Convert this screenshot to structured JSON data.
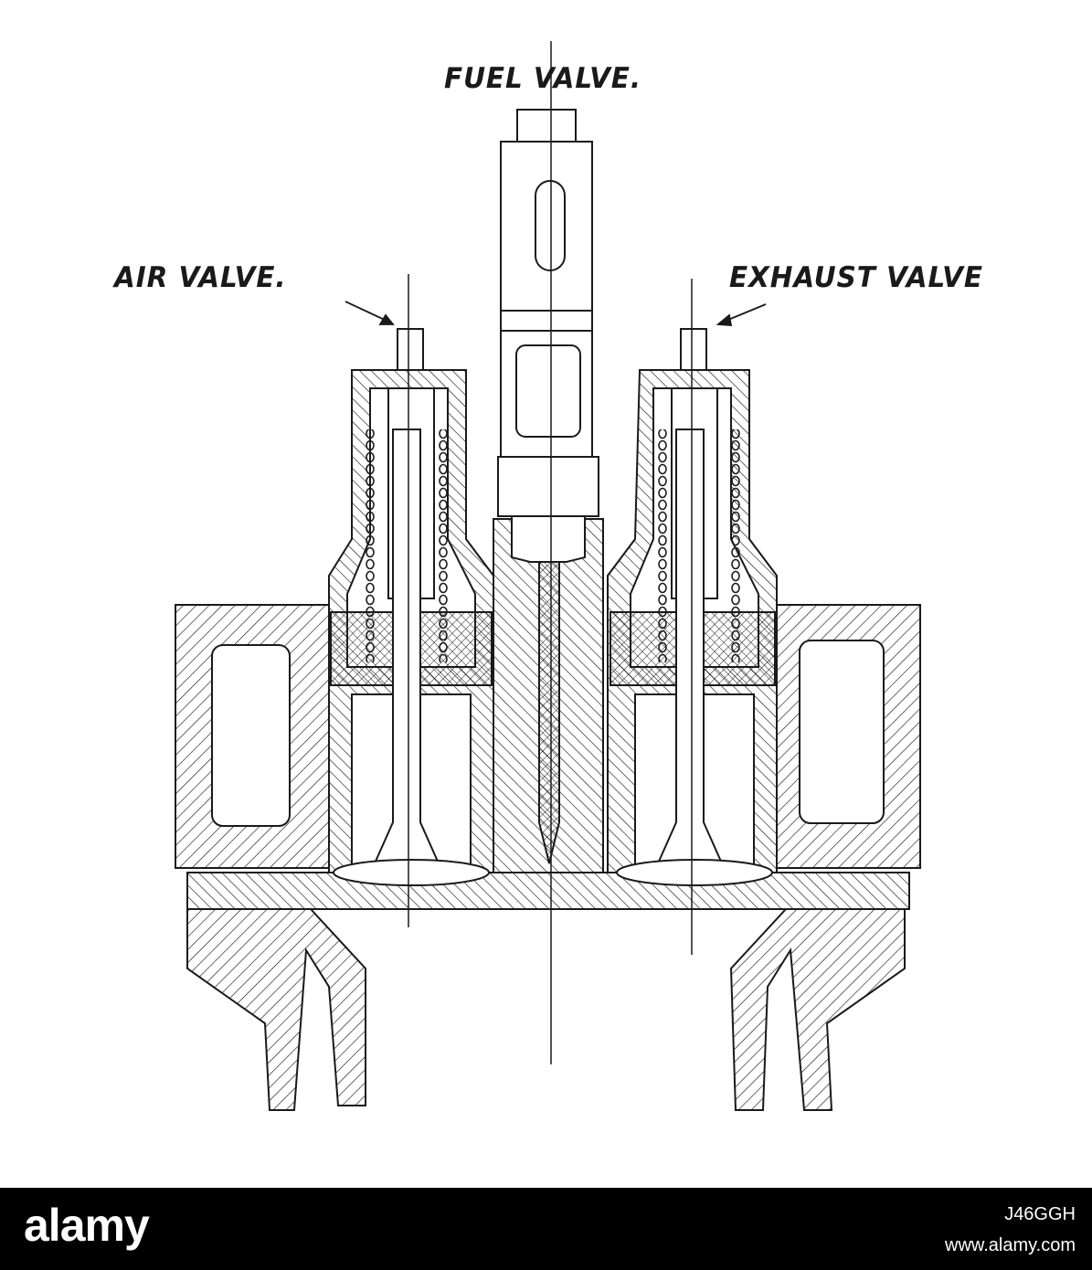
{
  "labels": {
    "fuel_valve": "FUEL VALVE.",
    "air_valve": "AIR VALVE.",
    "exhaust_valve": "EXHAUST VALVE"
  },
  "watermark": {
    "brand": "alamy",
    "image_id": "J46GGH",
    "url": "www.alamy.com"
  },
  "colors": {
    "ink": "#1a1a1a",
    "paper": "#ffffff",
    "footer": "#000000"
  }
}
